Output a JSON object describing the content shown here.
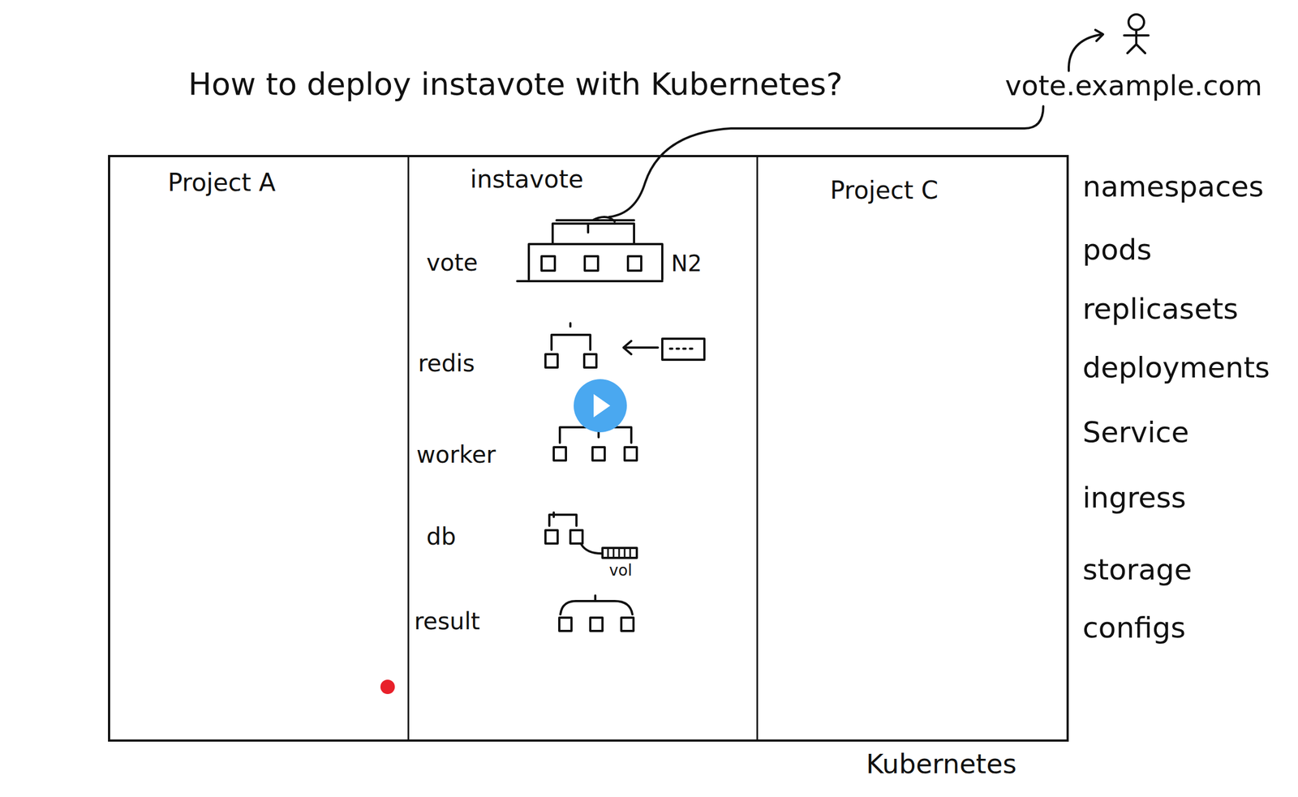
{
  "diagram": {
    "title": "How to deploy instavote with Kubernetes?",
    "nodes": [
      {
        "text": [
          "Kubernetes"
        ]
      },
      {
        "text": [
          "Project A"
        ],
        "in": 0
      },
      {
        "text": [
          "instavote"
        ],
        "in": 0
      },
      {
        "text": [
          "Project C"
        ],
        "in": 0
      }
    ],
    "labels": [
      "vote.example.com",
      "vote",
      "N2",
      "redis",
      "worker",
      "db",
      "vol",
      "result",
      "namespaces",
      "pods",
      "replicasets",
      "deployments",
      "Service",
      "ingress",
      "storage",
      "configs"
    ]
  }
}
